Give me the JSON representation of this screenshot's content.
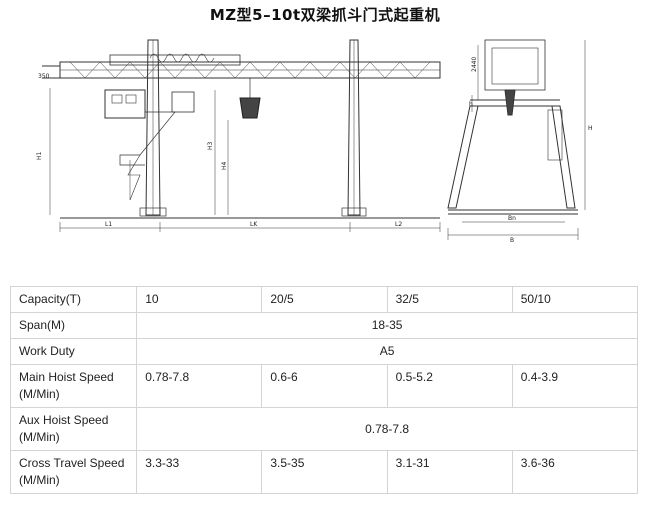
{
  "title": "MZ型5–10t双梁抓斗门式起重机",
  "drawing_labels": {
    "front": [
      "H1",
      "H3",
      "H4",
      "L1",
      "LK",
      "L2"
    ],
    "top_left": "350",
    "side": [
      "2440",
      "h",
      "H",
      "Bn",
      "B"
    ]
  },
  "table": {
    "rows": [
      {
        "label": "Capacity(T)",
        "cells": [
          "10",
          "20/5",
          "32/5",
          "50/10"
        ]
      },
      {
        "label": "Span(M)",
        "span": "18-35"
      },
      {
        "label": "Work Duty",
        "span": "A5"
      },
      {
        "label": "Main Hoist Speed (M/Min)",
        "cells": [
          "0.78-7.8",
          "0.6-6",
          "0.5-5.2",
          "0.4-3.9"
        ]
      },
      {
        "label": "Aux Hoist Speed (M/Min)",
        "span": "0.78-7.8"
      },
      {
        "label": "Cross Travel Speed (M/Min)",
        "cells": [
          "3.3-33",
          "3.5-35",
          "3.1-31",
          "3.6-36"
        ]
      }
    ]
  }
}
